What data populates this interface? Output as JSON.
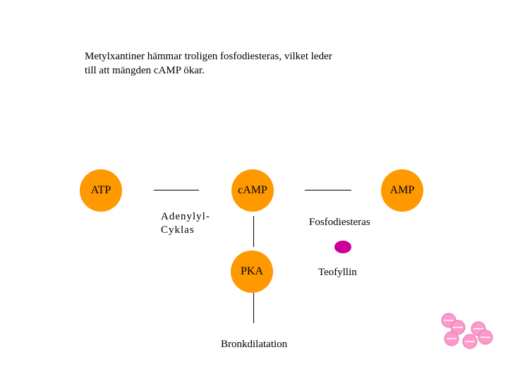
{
  "caption": {
    "line1": "Metylxantiner hämmar troligen fosfodiesteras, vilket leder",
    "line2": "till att mängden cAMP ökar."
  },
  "nodes": {
    "atp": "ATP",
    "camp": "cAMP",
    "amp": "AMP",
    "pka": "PKA"
  },
  "labels": {
    "adenylyl_line1": "Adenylyl-",
    "adenylyl_line2": "Cyklas",
    "fosfodiesteras": "Fosfodiesteras",
    "teofyllin": "Teofyllin",
    "bronkdilatation": "Bronkdilatation"
  },
  "colors": {
    "node_fill": "#FF9900",
    "inhibitor_dot": "#CC0099",
    "pill_fill": "#FF99CC"
  },
  "icons": {
    "decoration": "pills-icon"
  }
}
